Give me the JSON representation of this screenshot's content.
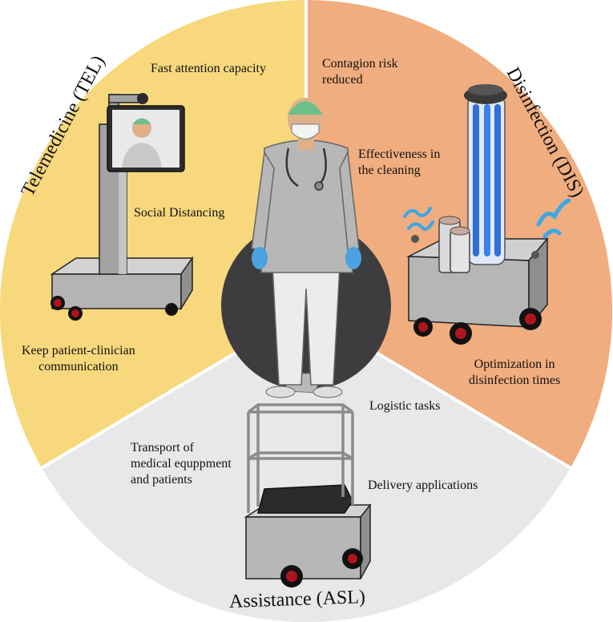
{
  "colors": {
    "telemedicine": "#f7d87c",
    "disinfection": "#f0ad7f",
    "assistance": "#e8e8e8",
    "dark_circle": "#3d3d3f",
    "robot_body": "#b9b9b9",
    "wheel_red": "#b0141f",
    "uv_blue": "#2f6fd8"
  },
  "sectors": {
    "telemedicine": {
      "title": "Telemedicine (TEL)",
      "labels": {
        "fast_attention": "Fast attention capacity",
        "social_distancing": "Social Distancing",
        "keep_communication": [
          "Keep patient-clinician",
          "communication"
        ]
      }
    },
    "disinfection": {
      "title": "Disinfection (DIS)",
      "labels": {
        "contagion_risk": [
          "Contagion risk",
          "reduced"
        ],
        "effectiveness": [
          "Effectiveness in",
          "the cleaning"
        ],
        "optimization": [
          "Optimization in",
          "disinfection times"
        ]
      }
    },
    "assistance": {
      "title": "Assistance (ASL)",
      "labels": {
        "logistic": "Logistic tasks",
        "transport": [
          "Transport of",
          "medical equppment",
          "and patients"
        ],
        "delivery": "Delivery applications"
      }
    }
  },
  "icons": [
    "telepresence-robot-icon",
    "disinfection-robot-icon",
    "assistance-robot-icon",
    "clinician-icon"
  ]
}
